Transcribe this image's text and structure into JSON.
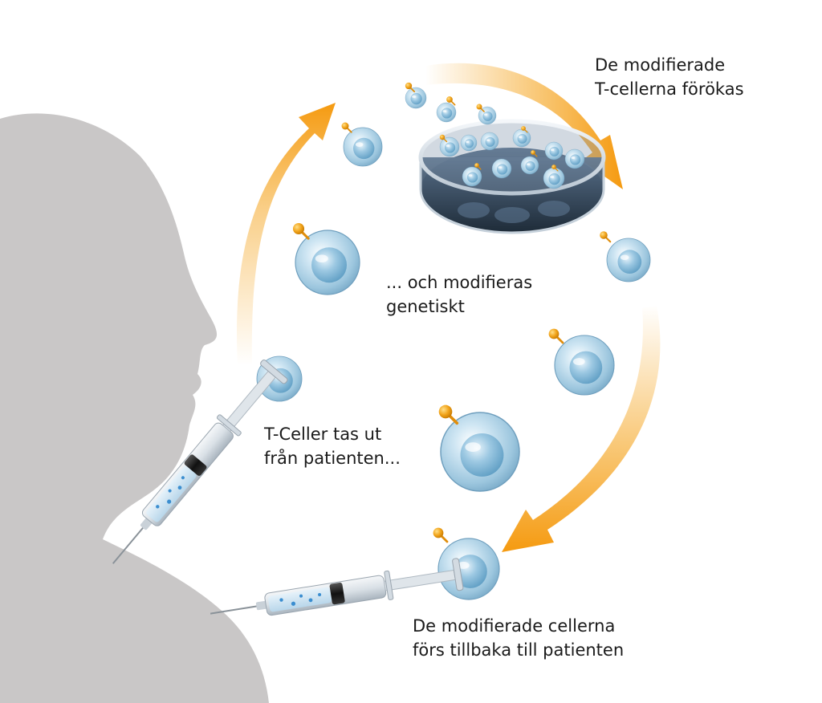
{
  "labels": {
    "expand": {
      "line1": "De modifierade",
      "line2": "T-cellerna förökas"
    },
    "modify": {
      "line1": "... och modifieras",
      "line2": "genetiskt"
    },
    "extract": {
      "line1": "T-Celler tas ut",
      "line2": "från patienten..."
    },
    "return": {
      "line1": "De modifierade cellerna",
      "line2": "förs tillbaka till patienten"
    }
  },
  "colors": {
    "arrow": "#f5a623",
    "cell": "#a9cfe6",
    "cell_nucleus": "#7fb6d6",
    "receptor": "#f0a020",
    "silhouette": "#c8c6c6",
    "dish_liquid": "#2a3a4a"
  }
}
